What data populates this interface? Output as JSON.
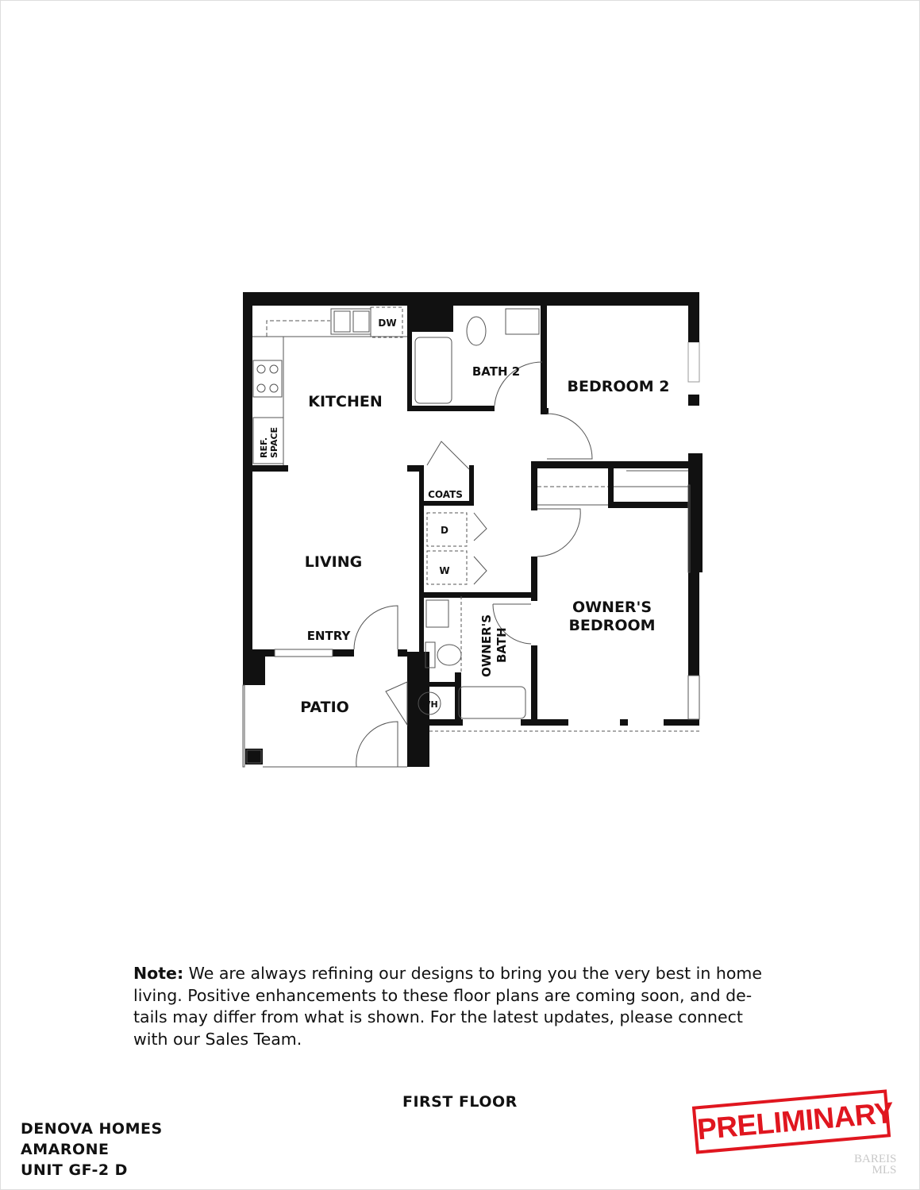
{
  "plan": {
    "rooms": {
      "kitchen": "KITCHEN",
      "dw": "DW",
      "ref_space_1": "REF.",
      "ref_space_2": "SPACE",
      "bath2": "BATH 2",
      "bedroom2": "BEDROOM 2",
      "coats": "COATS",
      "dryer": "D",
      "washer": "W",
      "living": "LIVING",
      "entry": "ENTRY",
      "owners_bath_1": "OWNER'S",
      "owners_bath_2": "BATH",
      "owners_bedroom_1": "OWNER'S",
      "owners_bedroom_2": "BEDROOM",
      "patio": "PATIO",
      "wh": "WH"
    }
  },
  "note": {
    "label": "Note:",
    "lines": [
      " We are always refining our designs to bring you the very best in home",
      "living. Positive enhancements to these floor plans are coming soon, and de-",
      "tails may differ from what is shown. For the latest updates, please connect",
      "with our Sales Team."
    ]
  },
  "floor_label": "FIRST FLOOR",
  "builder": {
    "company": "DENOVA HOMES",
    "community": "AMARONE",
    "unit": "UNIT GF-2 D"
  },
  "stamp": {
    "text": "PRELIMINARY",
    "color": "#e0161f"
  },
  "watermark": {
    "line1": "BAREIS",
    "line2": "MLS"
  }
}
